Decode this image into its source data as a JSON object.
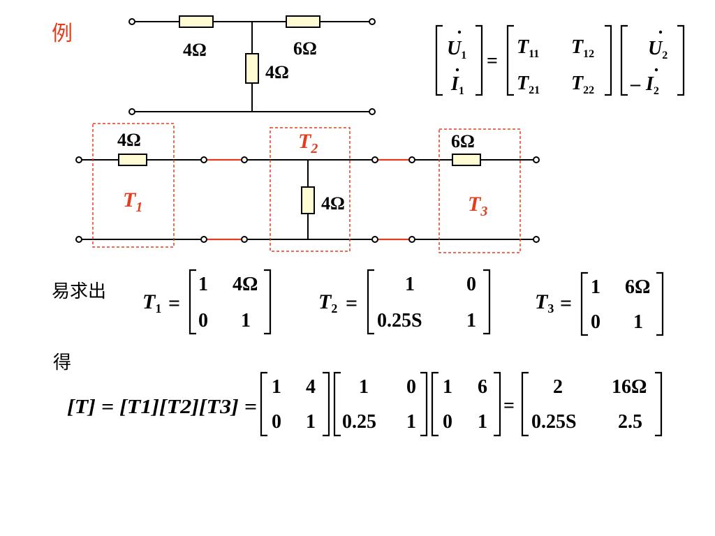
{
  "example_label": "例",
  "top_circuit": {
    "r_left": "4Ω",
    "r_right": "6Ω",
    "r_shunt": "4Ω"
  },
  "definition": {
    "lhs_top": "U",
    "lhs_top_sub": "1",
    "lhs_bottom": "I",
    "lhs_bottom_sub": "1",
    "eq": "=",
    "t11": "T",
    "t11_sub": "11",
    "t12": "T",
    "t12_sub": "12",
    "t21": "T",
    "t21_sub": "21",
    "t22": "T",
    "t22_sub": "22",
    "rhs_top": "U",
    "rhs_top_sub": "2",
    "rhs_bottom_sign": "–",
    "rhs_bottom": "I",
    "rhs_bottom_sub": "2"
  },
  "cascade": {
    "t1_res": "4Ω",
    "t1_label": "T",
    "t1_sub": "1",
    "t2_label": "T",
    "t2_sub": "2",
    "t2_res": "4Ω",
    "t3_res": "6Ω",
    "t3_label": "T",
    "t3_sub": "3"
  },
  "easy_find": "易求出",
  "matrices": {
    "T1": {
      "name": "T",
      "sub": "1",
      "a": "1",
      "b": "4Ω",
      "c": "0",
      "d": "1"
    },
    "T2": {
      "name": "T",
      "sub": "2",
      "a": "1",
      "b": "0",
      "c": "0.25S",
      "d": "1"
    },
    "T3": {
      "name": "T",
      "sub": "3",
      "a": "1",
      "b": "6Ω",
      "c": "0",
      "d": "1"
    }
  },
  "get_label": "得",
  "result": {
    "lhs": "[T] = [T1][T2][T3] =",
    "m1": {
      "a": "1",
      "b": "4",
      "c": "0",
      "d": "1"
    },
    "m2": {
      "a": "1",
      "b": "0",
      "c": "0.25",
      "d": "1"
    },
    "m3": {
      "a": "1",
      "b": "6",
      "c": "0",
      "d": "1"
    },
    "eq": "=",
    "final": {
      "a": "2",
      "b": "16Ω",
      "c": "0.25S",
      "d": "2.5"
    }
  },
  "colors": {
    "accent": "#e53c1e",
    "resistor_fill": "#fffbd2",
    "dash": "#e53c1e"
  }
}
